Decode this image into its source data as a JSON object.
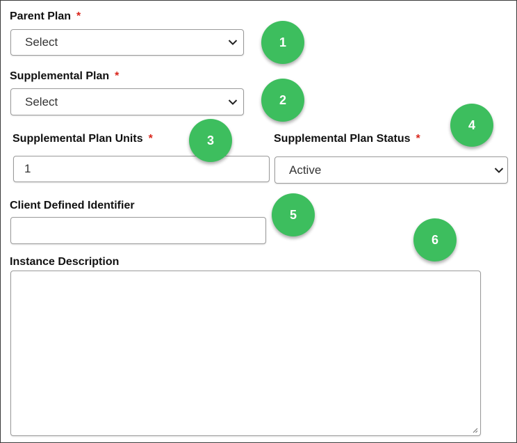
{
  "form": {
    "required_mark": "*",
    "parent_plan": {
      "label": "Parent Plan",
      "value": "Select"
    },
    "supplemental_plan": {
      "label": "Supplemental Plan",
      "value": "Select"
    },
    "supplemental_plan_units": {
      "label": "Supplemental Plan Units",
      "value": "1"
    },
    "supplemental_plan_status": {
      "label": "Supplemental Plan Status",
      "value": "Active"
    },
    "client_defined_identifier": {
      "label": "Client Defined Identifier",
      "value": ""
    },
    "instance_description": {
      "label": "Instance Description",
      "value": ""
    }
  },
  "callouts": [
    "1",
    "2",
    "3",
    "4",
    "5",
    "6"
  ],
  "icons": {
    "dropdown": "chevron-down-icon",
    "resize": "resize-grip-icon"
  },
  "colors": {
    "callout": "#3dbe5e",
    "required": "#d9261c",
    "border": "#9a9a9a"
  }
}
